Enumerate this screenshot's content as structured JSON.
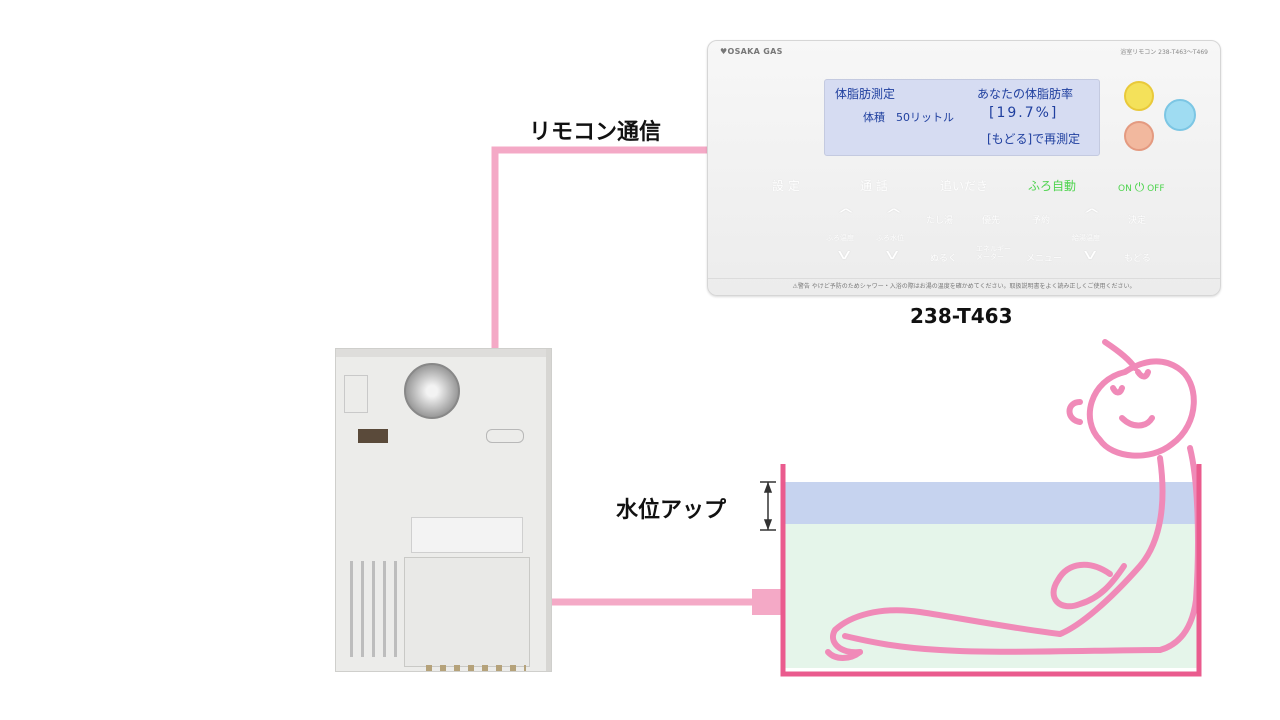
{
  "remote": {
    "brand": "OSAKA GAS",
    "model_top": "浴室リモコン 238-T463～T469",
    "lcd": {
      "left_title": "体脂肪測定",
      "left_volume": "体積　50リットル",
      "right_title": "あなたの体脂肪率",
      "right_value": "[19.7%]",
      "right_hint": "[もどる]で再測定"
    },
    "buttons": {
      "settei": "設 定",
      "tsuwa": "通 話",
      "oidaki": "追いだき",
      "furo_jido": "ふろ自動",
      "on": "ON",
      "off": "OFF",
      "tashiyu": "たし湯",
      "yusen": "優先",
      "yoyaku": "予約",
      "kettei": "決定",
      "furo_ondo": "ふろ温度",
      "furo_suii": "ふろ水位",
      "kyuto_ondo": "給湯温度",
      "nuruku": "ぬるく",
      "energy": "エネルギー\nメーター",
      "menu": "メニュー",
      "modoru": "もどる"
    },
    "warning": "⚠警告 やけど予防のためシャワー・入浴の際はお湯の温度を確かめてください。取扱説明書をよく読み正しくご使用ください。"
  },
  "captions": {
    "model": "238-T463",
    "communication": "リモコン通信",
    "water_level_up": "水位アップ"
  },
  "colors": {
    "pipe_pink": "#f4a9c6",
    "figure_pink": "#f08ab8",
    "tub_pink": "#ea5b8e",
    "water_blue": "#c6d3ef",
    "water_green": "#e5f5ea",
    "lcd_text": "#1f3f9f",
    "furo_jido_green": "#4ed44e"
  }
}
